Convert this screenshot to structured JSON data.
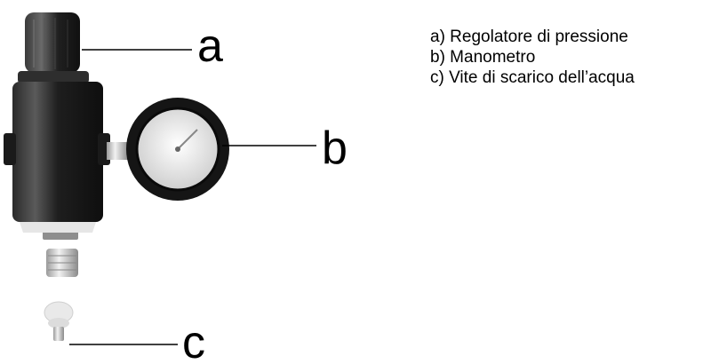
{
  "callouts": {
    "a": "a",
    "b": "b",
    "c": "c"
  },
  "legend": {
    "items": [
      "a) Regolatore di pressione",
      "b) Manometro",
      "c) Vite di scarico dell’acqua"
    ]
  },
  "colors": {
    "text": "#000000",
    "body_dark": "#1a1a1a",
    "metal_light": "#d9d9d9"
  }
}
